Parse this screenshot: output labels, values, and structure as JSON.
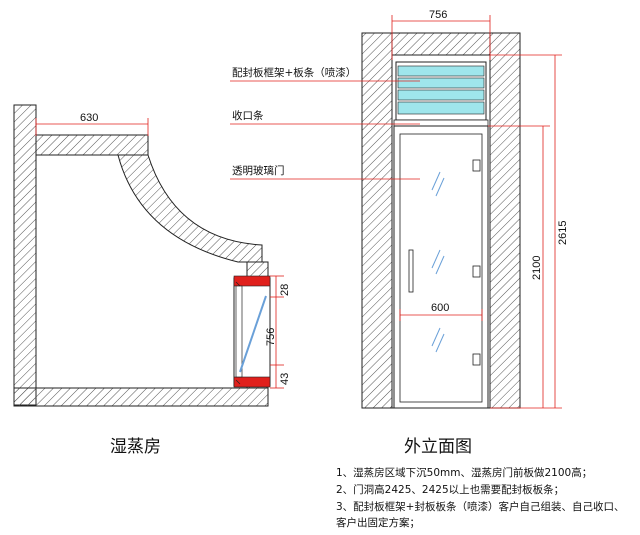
{
  "plan_view": {
    "caption": "湿蒸房",
    "dim_top": "630",
    "dim_door_width": "756",
    "dim_upper": "28",
    "dim_lower": "43"
  },
  "elevation_view": {
    "caption": "外立面图",
    "dim_top_width": "756",
    "dim_door_width": "600",
    "dim_total_height": "2615",
    "dim_door_height": "2100",
    "callouts": [
      "配封板框架+板条（喷漆）",
      "收口条",
      "透明玻璃门"
    ]
  },
  "notes": [
    "1、湿蒸房区域下沉50mm、湿蒸房门前板做2100高；",
    "2、门洞高2425、2425以上也需要配封板板条；",
    "3、配封板框架+封板板条（喷漆）客户自己组装、自己收口、",
    "客户出固定方案；"
  ],
  "colors": {
    "line": "#1a1a1a",
    "hatch": "#555555",
    "accent_red": "#e0201c",
    "glass_cyan": "#9fe6ec",
    "door_blue": "#6aa0d8"
  }
}
